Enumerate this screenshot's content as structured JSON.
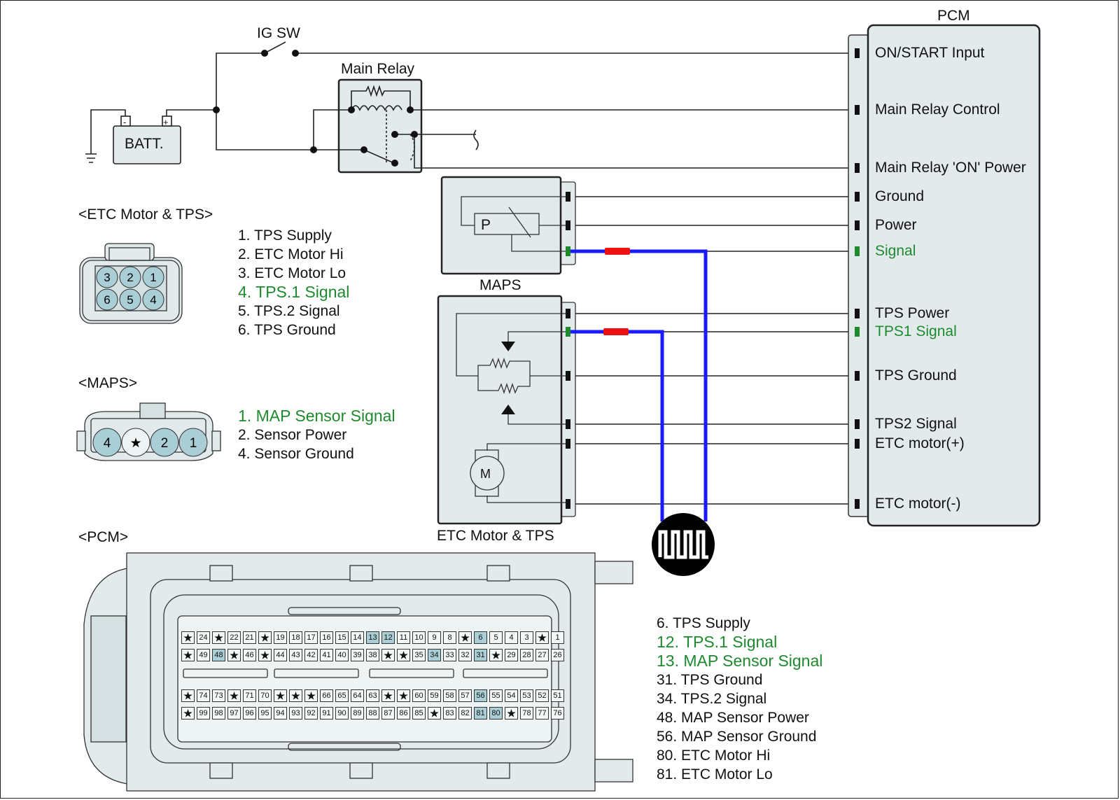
{
  "diagram": {
    "ig_switch_label": "IG SW",
    "main_relay_label": "Main Relay",
    "battery_label": "BATT.",
    "battery_minus": "-",
    "battery_plus": "+",
    "pcm_title": "PCM",
    "maps_label": "MAPS",
    "maps_p_label": "P",
    "etc_block_label": "ETC Motor & TPS",
    "motor_label": "M",
    "colors": {
      "signal_wire": "#1a1aff",
      "probe_tip": "#ee1111",
      "signal_text": "#1e8a2e",
      "highlight_pin": "#a9ced6",
      "component_fill": "#e3eaec"
    }
  },
  "pcm_terminals": [
    {
      "label": "ON/START Input",
      "signal": false
    },
    {
      "label": "Main Relay Control",
      "signal": false
    },
    {
      "label": "Main Relay 'ON' Power",
      "signal": false
    },
    {
      "label": "Ground",
      "signal": false
    },
    {
      "label": "Power",
      "signal": false
    },
    {
      "label": "Signal",
      "signal": true
    },
    {
      "label": "TPS Power",
      "signal": false
    },
    {
      "label": "TPS1 Signal",
      "signal": true
    },
    {
      "label": "TPS Ground",
      "signal": false
    },
    {
      "label": "TPS2 Signal",
      "signal": false
    },
    {
      "label": "ETC motor(+)",
      "signal": false
    },
    {
      "label": "ETC motor(-)",
      "signal": false
    }
  ],
  "etc_connector": {
    "title": "<ETC Motor & TPS>",
    "pins_top": [
      "3",
      "2",
      "1"
    ],
    "pins_bottom": [
      "6",
      "5",
      "4"
    ],
    "pinout": [
      {
        "text": "1. TPS Supply",
        "highlight": false
      },
      {
        "text": "2. ETC Motor Hi",
        "highlight": false
      },
      {
        "text": "3. ETC Motor Lo",
        "highlight": false
      },
      {
        "text": "4. TPS.1 Signal",
        "highlight": true
      },
      {
        "text": "5. TPS.2 Signal",
        "highlight": false
      },
      {
        "text": "6. TPS Ground",
        "highlight": false
      }
    ]
  },
  "maps_connector": {
    "title": "<MAPS>",
    "pins": [
      "4",
      "*",
      "2",
      "1"
    ],
    "pinout": [
      {
        "text": "1. MAP Sensor Signal",
        "highlight": true
      },
      {
        "text": "2. Sensor Power",
        "highlight": false
      },
      {
        "text": "4. Sensor Ground",
        "highlight": false
      }
    ]
  },
  "pcm_connector": {
    "title": "<PCM>",
    "rows": [
      [
        "*",
        "24",
        "*",
        "22",
        "21",
        "*",
        "19",
        "18",
        "17",
        "16",
        "15",
        "14",
        "13",
        "12",
        "11",
        "10",
        "9",
        "8",
        "*",
        "6",
        "5",
        "4",
        "3",
        "*",
        "1"
      ],
      [
        "*",
        "49",
        "48",
        "*",
        "46",
        "*",
        "44",
        "43",
        "42",
        "41",
        "40",
        "39",
        "38",
        "*",
        "*",
        "35",
        "34",
        "33",
        "32",
        "31",
        "*",
        "29",
        "28",
        "27",
        "26"
      ],
      [
        "*",
        "74",
        "73",
        "*",
        "71",
        "70",
        "*",
        "*",
        "*",
        "66",
        "65",
        "64",
        "63",
        "*",
        "*",
        "60",
        "59",
        "58",
        "57",
        "56",
        "55",
        "54",
        "53",
        "52",
        "51"
      ],
      [
        "*",
        "99",
        "98",
        "97",
        "96",
        "95",
        "94",
        "93",
        "92",
        "91",
        "90",
        "89",
        "88",
        "87",
        "86",
        "85",
        "*",
        "83",
        "82",
        "81",
        "80",
        "*",
        "78",
        "77",
        "76"
      ]
    ],
    "highlighted_pins": [
      "6",
      "12",
      "13",
      "31",
      "34",
      "48",
      "56",
      "80",
      "81"
    ],
    "pinout": [
      {
        "text": "6. TPS Supply",
        "highlight": false
      },
      {
        "text": "12. TPS.1 Signal",
        "highlight": true
      },
      {
        "text": "13. MAP Sensor Signal",
        "highlight": true
      },
      {
        "text": "31. TPS Ground",
        "highlight": false
      },
      {
        "text": "34. TPS.2 Signal",
        "highlight": false
      },
      {
        "text": "48. MAP Sensor Power",
        "highlight": false
      },
      {
        "text": "56. MAP Sensor Ground",
        "highlight": false
      },
      {
        "text": "80. ETC Motor Hi",
        "highlight": false
      },
      {
        "text": "81. ETC Motor Lo",
        "highlight": false
      }
    ]
  }
}
